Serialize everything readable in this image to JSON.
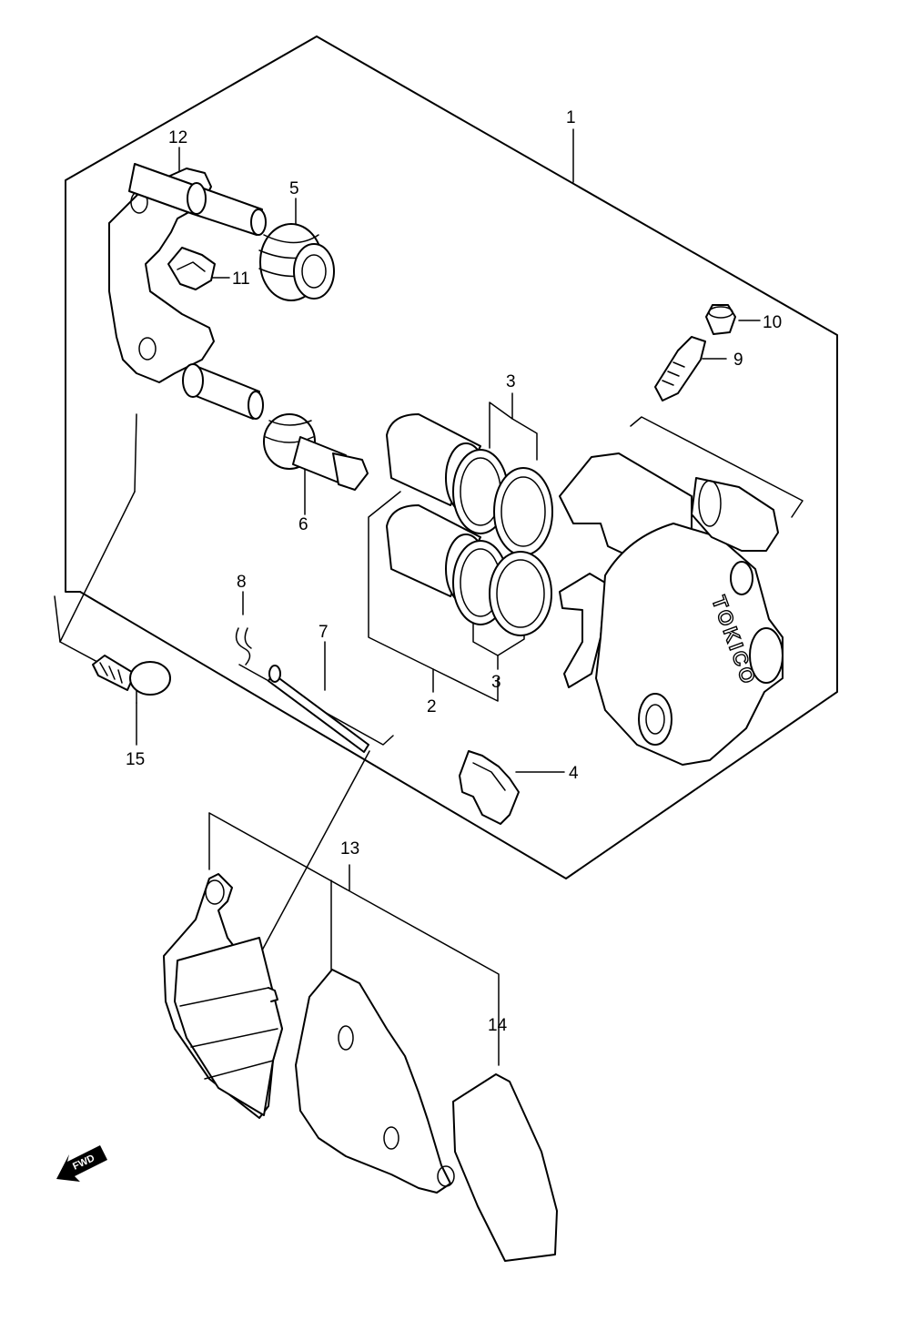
{
  "diagram": {
    "callouts": [
      {
        "id": "1",
        "text": "1"
      },
      {
        "id": "2",
        "text": "2"
      },
      {
        "id": "3a",
        "text": "3"
      },
      {
        "id": "3b",
        "text": "3"
      },
      {
        "id": "4",
        "text": "4"
      },
      {
        "id": "5",
        "text": "5"
      },
      {
        "id": "6",
        "text": "6"
      },
      {
        "id": "7",
        "text": "7"
      },
      {
        "id": "8",
        "text": "8"
      },
      {
        "id": "9",
        "text": "9"
      },
      {
        "id": "10",
        "text": "10"
      },
      {
        "id": "11",
        "text": "11"
      },
      {
        "id": "12",
        "text": "12"
      },
      {
        "id": "13",
        "text": "13"
      },
      {
        "id": "14",
        "text": "14"
      },
      {
        "id": "15",
        "text": "15"
      }
    ],
    "caliper_brand": "TOKICO",
    "direction_badge": "FWD"
  }
}
